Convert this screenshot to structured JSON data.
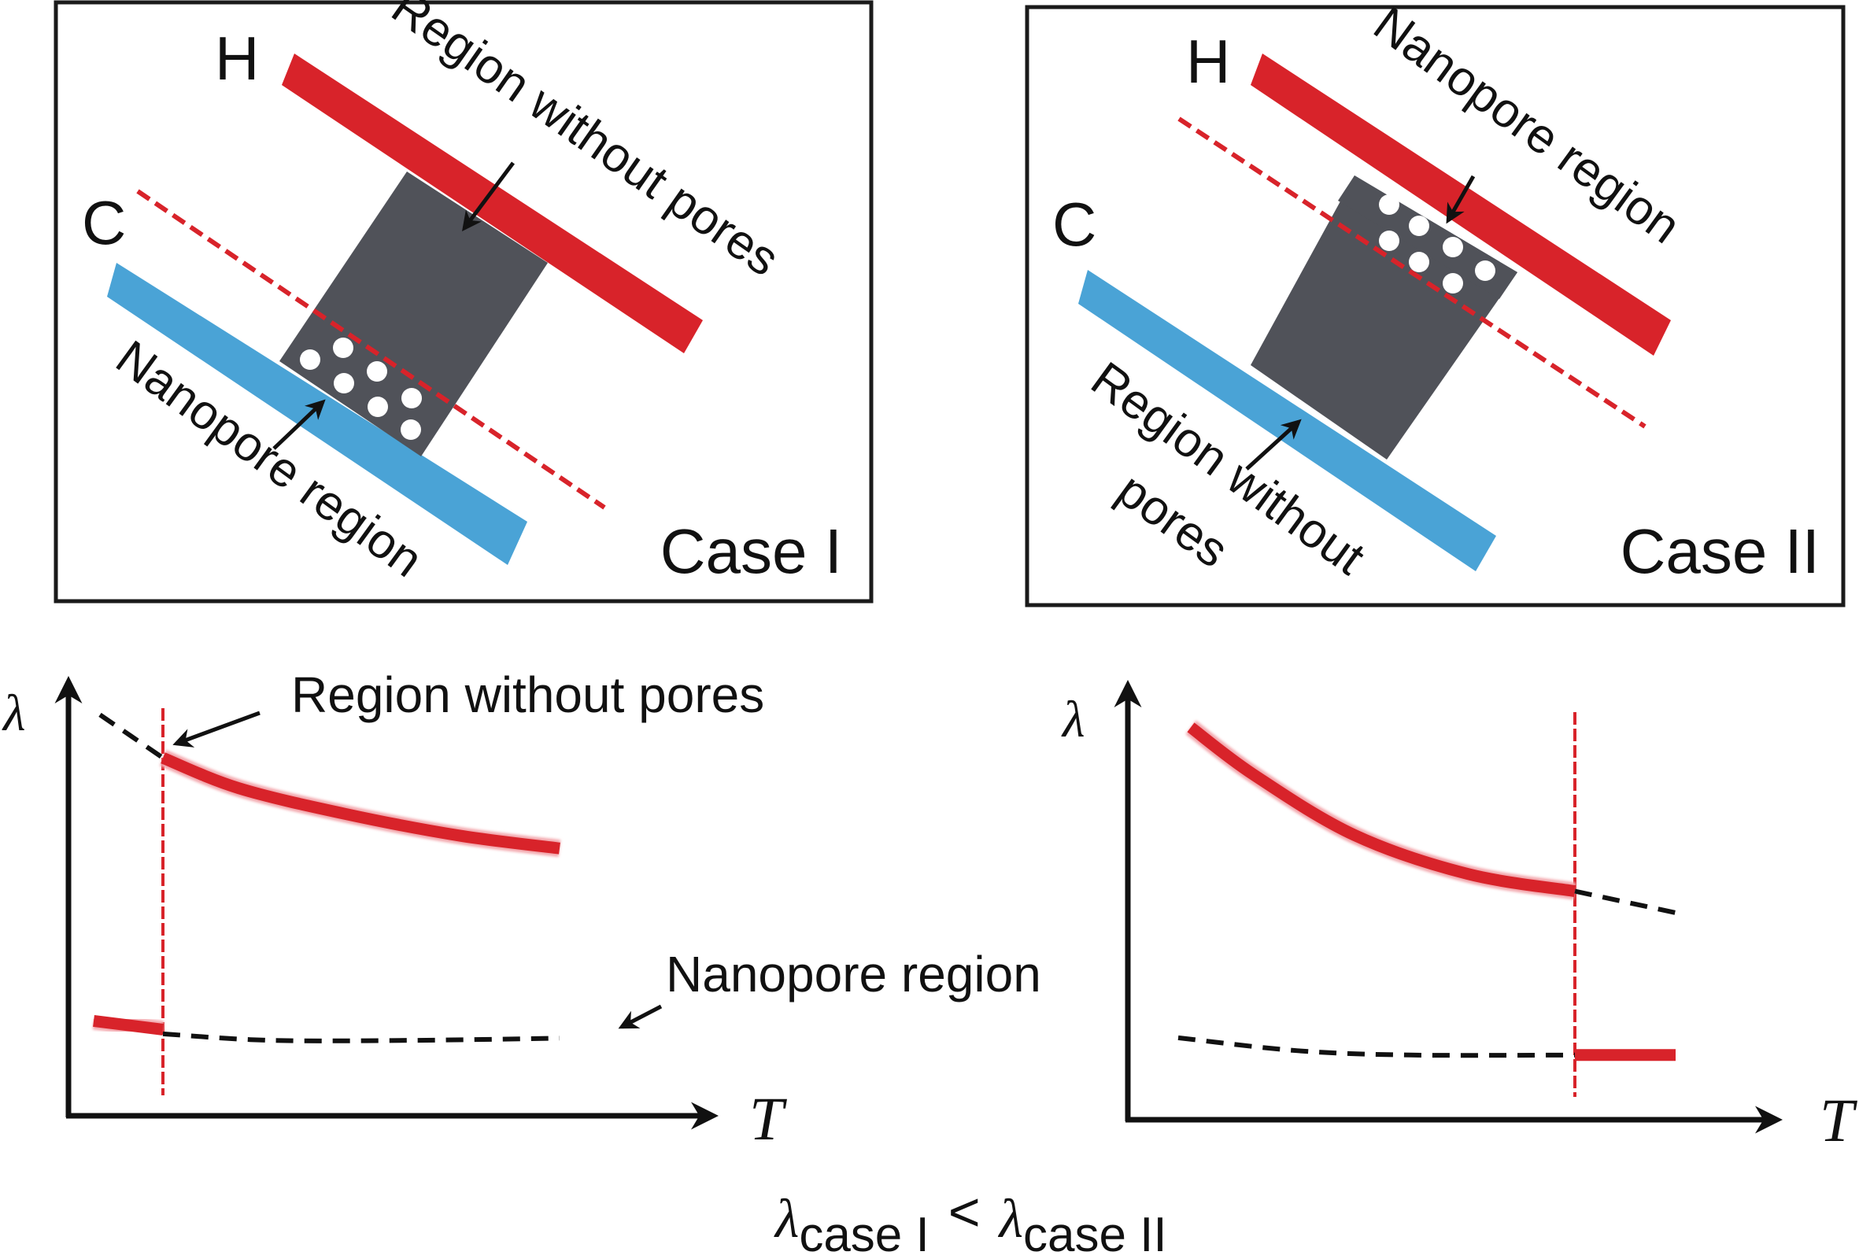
{
  "colors": {
    "hot": "#d8232a",
    "cold": "#4aa3d6",
    "material": "#505259",
    "pore": "#ffffff",
    "ink": "#111111",
    "interface": "#d8232a"
  },
  "panels": [
    {
      "id": "case-1",
      "case_label": "Case I",
      "hot_label": "H",
      "cold_label": "C",
      "upper_region_label": "Region without pores",
      "lower_region_label": "Nanopore region",
      "pore_location": "cold side",
      "pore_count": 7
    },
    {
      "id": "case-2",
      "case_label": "Case II",
      "hot_label": "H",
      "cold_label": "C",
      "upper_region_label": "Nanopore region",
      "lower_region_label_line1": "Region without",
      "lower_region_label_line2": "pores",
      "pore_location": "hot side",
      "pore_count": 7
    }
  ],
  "plots": [
    {
      "y_axis_label": "λ",
      "x_axis_label": "T",
      "annotation_upper": "Region without pores",
      "annotation_lower": "Nanopore region"
    },
    {
      "y_axis_label": "λ",
      "x_axis_label": "T"
    }
  ],
  "equation": {
    "lambda": "λ",
    "sub1": "case I",
    "op": "<",
    "sub2": "case II"
  },
  "chart_data": [
    {
      "type": "line",
      "title": "Case I",
      "xlabel": "T",
      "ylabel": "λ",
      "xlim": [
        0,
        10
      ],
      "ylim": [
        0,
        10
      ],
      "grid": false,
      "interface_T": 1.5,
      "series": [
        {
          "name": "Region without pores (dashed, extrapolated)",
          "style": "dashed",
          "x": [
            0.5,
            1.5
          ],
          "y": [
            9.3,
            8.3
          ]
        },
        {
          "name": "Region without pores (active)",
          "style": "solid-red",
          "x": [
            1.5,
            2.7,
            4.4,
            6.2,
            7.8
          ],
          "y": [
            8.3,
            7.6,
            7.0,
            6.5,
            6.2
          ]
        },
        {
          "name": "Nanopore region (active)",
          "style": "solid-red",
          "x": [
            0.4,
            1.5
          ],
          "y": [
            2.2,
            2.0
          ]
        },
        {
          "name": "Nanopore region (dashed, extrapolated)",
          "style": "dashed",
          "x": [
            1.5,
            3.2,
            5.5,
            7.8
          ],
          "y": [
            1.9,
            1.75,
            1.75,
            1.8
          ]
        }
      ]
    },
    {
      "type": "line",
      "title": "Case II",
      "xlabel": "T",
      "ylabel": "λ",
      "xlim": [
        0,
        10
      ],
      "ylim": [
        0,
        10
      ],
      "grid": false,
      "interface_T": 7.1,
      "series": [
        {
          "name": "Region without pores (active)",
          "style": "solid-red",
          "x": [
            1.0,
            2.0,
            3.6,
            5.4,
            7.1
          ],
          "y": [
            9.1,
            8.0,
            6.6,
            5.7,
            5.3
          ]
        },
        {
          "name": "Region without pores (dashed, extrapolated)",
          "style": "dashed",
          "x": [
            7.1,
            8.7
          ],
          "y": [
            5.3,
            4.8
          ]
        },
        {
          "name": "Nanopore region (dashed, extrapolated)",
          "style": "dashed",
          "x": [
            0.8,
            2.7,
            4.5,
            7.1
          ],
          "y": [
            1.9,
            1.6,
            1.5,
            1.5
          ]
        },
        {
          "name": "Nanopore region (active)",
          "style": "solid-red",
          "x": [
            7.1,
            8.7
          ],
          "y": [
            1.5,
            1.5
          ]
        }
      ]
    }
  ]
}
